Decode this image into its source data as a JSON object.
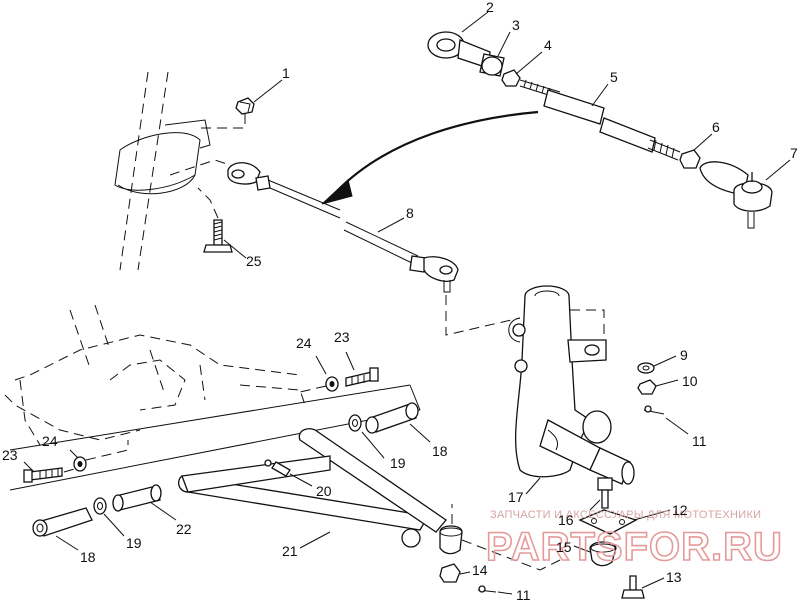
{
  "callouts": [
    {
      "id": "c1",
      "text": "1"
    },
    {
      "id": "c2",
      "text": "2"
    },
    {
      "id": "c3",
      "text": "3"
    },
    {
      "id": "c4",
      "text": "4"
    },
    {
      "id": "c5",
      "text": "5"
    },
    {
      "id": "c6",
      "text": "6"
    },
    {
      "id": "c7",
      "text": "7"
    },
    {
      "id": "c8",
      "text": "8"
    },
    {
      "id": "c9",
      "text": "9"
    },
    {
      "id": "c10",
      "text": "10"
    },
    {
      "id": "c11a",
      "text": "11"
    },
    {
      "id": "c11b",
      "text": "11"
    },
    {
      "id": "c12",
      "text": "12"
    },
    {
      "id": "c13",
      "text": "13"
    },
    {
      "id": "c14",
      "text": "14"
    },
    {
      "id": "c15",
      "text": "15"
    },
    {
      "id": "c16",
      "text": "16"
    },
    {
      "id": "c17",
      "text": "17"
    },
    {
      "id": "c18a",
      "text": "18"
    },
    {
      "id": "c18b",
      "text": "18"
    },
    {
      "id": "c19a",
      "text": "19"
    },
    {
      "id": "c19b",
      "text": "19"
    },
    {
      "id": "c20",
      "text": "20"
    },
    {
      "id": "c21",
      "text": "21"
    },
    {
      "id": "c22",
      "text": "22"
    },
    {
      "id": "c23a",
      "text": "23"
    },
    {
      "id": "c23b",
      "text": "23"
    },
    {
      "id": "c24a",
      "text": "24"
    },
    {
      "id": "c24b",
      "text": "24"
    },
    {
      "id": "c25",
      "text": "25"
    }
  ],
  "watermark": {
    "tagline": "ЗАПЧАСТИ И АКСЕССУАРЫ ДЛЯ МОТОТЕХНИКИ",
    "brand": "PARTSFOR.RU"
  }
}
